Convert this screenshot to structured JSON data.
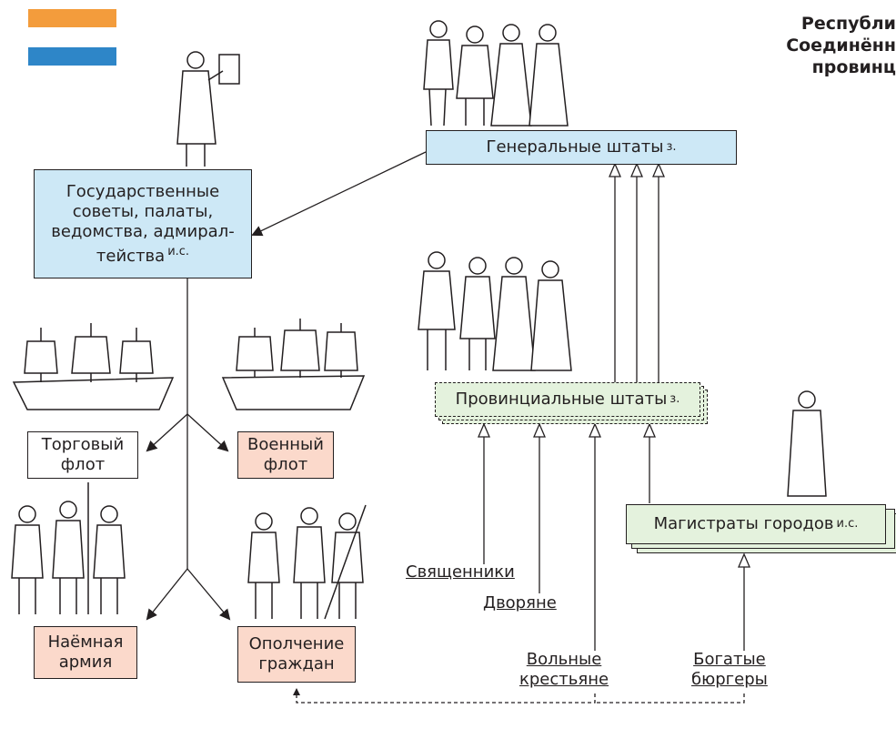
{
  "flag": {
    "colors": [
      "#f39c3c",
      "#ffffff",
      "#2e86c8"
    ]
  },
  "title": {
    "line1": "Республи",
    "line2": "Соединённ",
    "line3": "провинц"
  },
  "boxes": {
    "general_states": {
      "label": "Генеральные штаты",
      "sup": "з."
    },
    "state_councils": {
      "line1": "Государственные",
      "line2": "советы, палаты,",
      "line3": "ведомства, адмирал-",
      "line4": "тейства",
      "sup": "и.с."
    },
    "provincial_states": {
      "label": "Провинциальные штаты",
      "sup": "з."
    },
    "city_magistrates": {
      "label": "Магистраты городов",
      "sup": "и.с."
    },
    "merchant_fleet": {
      "line1": "Торговый",
      "line2": "флот"
    },
    "military_fleet": {
      "line1": "Военный",
      "line2": "флот"
    },
    "mercenary_army": {
      "line1": "Наёмная",
      "line2": "армия"
    },
    "citizen_militia": {
      "line1": "Ополчение",
      "line2": "граждан"
    }
  },
  "labels": {
    "clergy": "Священники",
    "nobles": "Дворяне",
    "free_peasants": {
      "line1": "Вольные",
      "line2": "крестьяне"
    },
    "rich_burghers": {
      "line1": "Богатые",
      "line2": "бюргеры"
    }
  },
  "illustrations": [
    "statesmen-group-icon",
    "scribe-icon",
    "statesmen-group-icon",
    "ship-icon",
    "ship-icon",
    "soldiers-icon",
    "militia-icon",
    "burgher-icon"
  ]
}
